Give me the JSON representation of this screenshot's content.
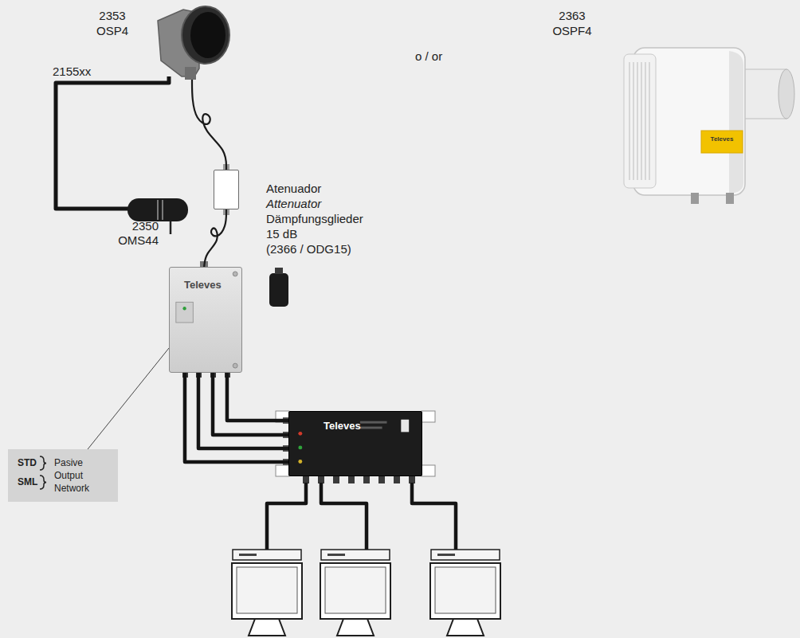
{
  "diagram": {
    "nodes": [
      {
        "text": [
          "2353 OSP4"
        ]
      },
      {
        "text": [
          "2363 OSPF4",
          "Televes"
        ]
      },
      {
        "text": [
          "Atenuador",
          "Attenuator",
          "Dämpfungsglieder",
          "15 dB",
          "(2366 / ODG15)"
        ]
      },
      {
        "text": [
          "2350 OMS44",
          "Televes"
        ]
      },
      {
        "text": [
          "STD",
          "SML",
          "Pasive Output Network"
        ]
      },
      {
        "text": [
          "Televes"
        ]
      }
    ],
    "edges": [
      {
        "from": 0,
        "to": 2,
        "arrow": "none"
      },
      {
        "from": 2,
        "to": 3,
        "arrow": "none"
      },
      {
        "from": 3,
        "to": 5,
        "arrow": "none"
      },
      {
        "from": 3,
        "to": 5,
        "arrow": "none"
      },
      {
        "from": 3,
        "to": 5,
        "arrow": "none"
      },
      {
        "from": 3,
        "to": 5,
        "arrow": "none"
      },
      {
        "from": 4,
        "to": 3,
        "arrow": "none"
      }
    ],
    "labels": [
      "o / or",
      "2155xx"
    ]
  }
}
